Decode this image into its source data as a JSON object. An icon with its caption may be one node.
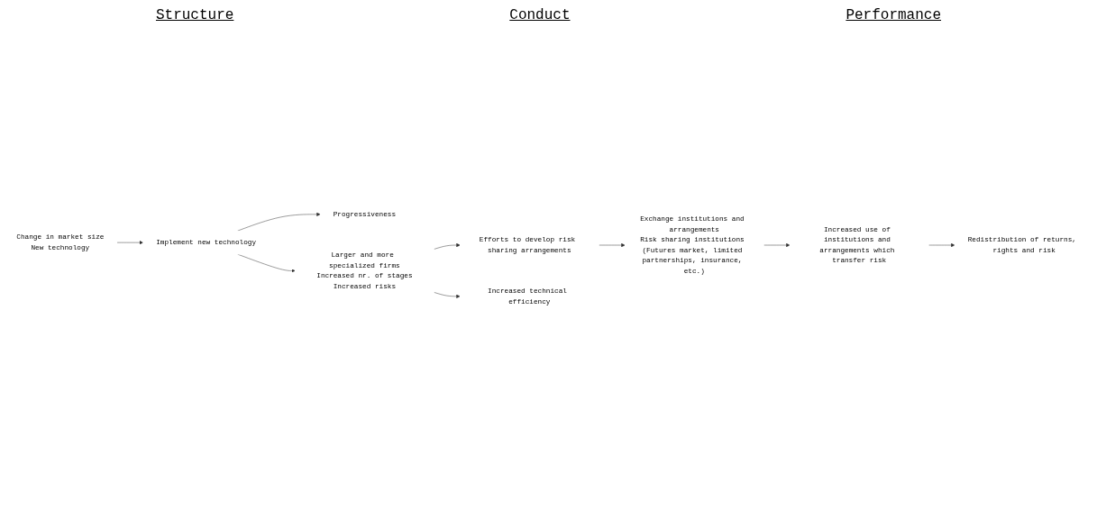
{
  "diagram": {
    "nodes": [
      {
        "text": [
          "Change in market size",
          "New technology"
        ]
      },
      {
        "text": [
          "Implement new technology"
        ]
      },
      {
        "text": [
          "Progressiveness"
        ]
      },
      {
        "text": [
          "Larger and more specialized firms",
          "Increased nr. of stages",
          "Increased risks"
        ]
      },
      {
        "text": [
          "Efforts to develop risk sharing arrangements"
        ]
      },
      {
        "text": [
          "Increased technical efficiency"
        ]
      },
      {
        "text": [
          "Exchange institutions and arrangements",
          "Risk sharing institutions (Futures market, limited partnerships, insurance, etc.)"
        ]
      },
      {
        "text": [
          "Increased use of institutions and arrangements which transfer risk"
        ]
      },
      {
        "text": [
          "Redistribution of returns, rights and risk"
        ]
      }
    ],
    "edges": [
      {
        "from": 0,
        "to": 1,
        "arrow": "to"
      },
      {
        "from": 1,
        "to": 2,
        "arrow": "to"
      },
      {
        "from": 1,
        "to": 3,
        "arrow": "to"
      },
      {
        "from": 3,
        "to": 5,
        "arrow": "to"
      },
      {
        "from": 3,
        "to": 4,
        "arrow": "to"
      },
      {
        "from": 4,
        "to": 6,
        "arrow": "to"
      },
      {
        "from": 6,
        "to": 7,
        "arrow": "to"
      },
      {
        "from": 7,
        "to": 8,
        "arrow": "to"
      }
    ],
    "labels": [
      "Structure",
      "Conduct",
      "Performance"
    ]
  }
}
